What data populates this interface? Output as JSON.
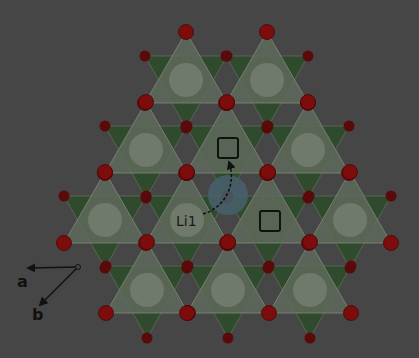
{
  "diagram": {
    "labels": [
      "Li1",
      "a",
      "b"
    ]
  }
}
